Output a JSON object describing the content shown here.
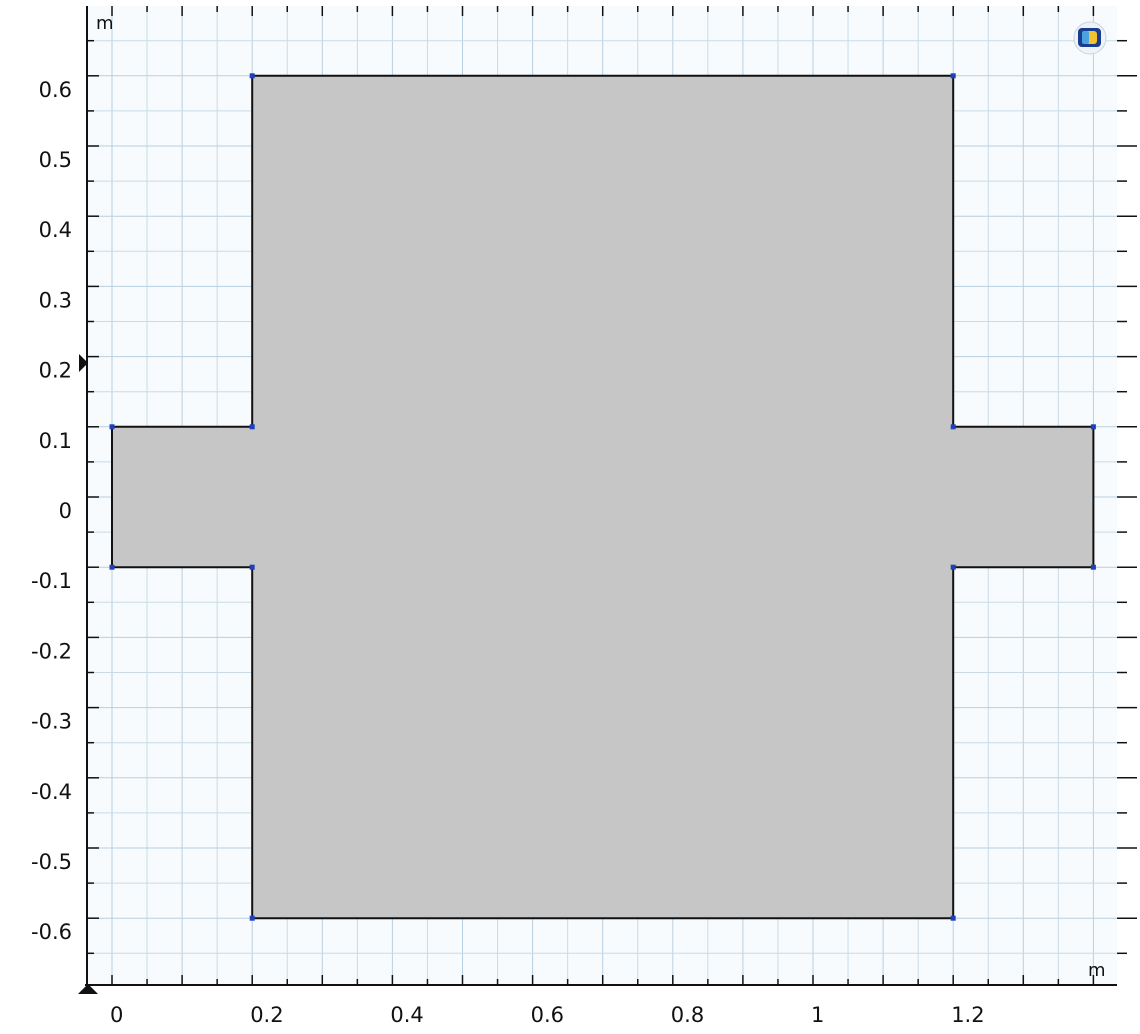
{
  "graphics": {
    "axis_unit_x": "m",
    "axis_unit_y": "m",
    "logo_icon": "comsol-logo-icon",
    "colors": {
      "plot_background": "#f7fbfd",
      "grid_minor": "#c9dbe7",
      "grid_major": "#b9cfdf",
      "domain_fill": "#c6c6c6",
      "edge": "#111111",
      "vertex": "#1f3fbf",
      "axis": "#111111"
    }
  },
  "x_ticks": [
    {
      "value": 0,
      "label": "0"
    },
    {
      "value": 0.2,
      "label": "0.2"
    },
    {
      "value": 0.4,
      "label": "0.4"
    },
    {
      "value": 0.6,
      "label": "0.6"
    },
    {
      "value": 0.8,
      "label": "0.8"
    },
    {
      "value": 1,
      "label": "1"
    },
    {
      "value": 1.2,
      "label": "1.2"
    }
  ],
  "y_ticks": [
    {
      "value": 0.6,
      "label": "0.6"
    },
    {
      "value": 0.5,
      "label": "0.5"
    },
    {
      "value": 0.4,
      "label": "0.4"
    },
    {
      "value": 0.3,
      "label": "0.3"
    },
    {
      "value": 0.2,
      "label": "0.2"
    },
    {
      "value": 0.1,
      "label": "0.1"
    },
    {
      "value": 0,
      "label": "0"
    },
    {
      "value": -0.1,
      "label": "-0.1"
    },
    {
      "value": -0.2,
      "label": "-0.2"
    },
    {
      "value": -0.3,
      "label": "-0.3"
    },
    {
      "value": -0.4,
      "label": "-0.4"
    },
    {
      "value": -0.5,
      "label": "-0.5"
    },
    {
      "value": -0.6,
      "label": "-0.6"
    }
  ],
  "geometry": {
    "vertices": [
      [
        0,
        0.1
      ],
      [
        0.2,
        0.1
      ],
      [
        0.2,
        0.6
      ],
      [
        1.2,
        0.6
      ],
      [
        1.2,
        0.1
      ],
      [
        1.4,
        0.1
      ],
      [
        1.4,
        -0.1
      ],
      [
        1.2,
        -0.1
      ],
      [
        1.2,
        -0.6
      ],
      [
        0.2,
        -0.6
      ],
      [
        0.2,
        -0.1
      ],
      [
        0,
        -0.1
      ]
    ]
  }
}
